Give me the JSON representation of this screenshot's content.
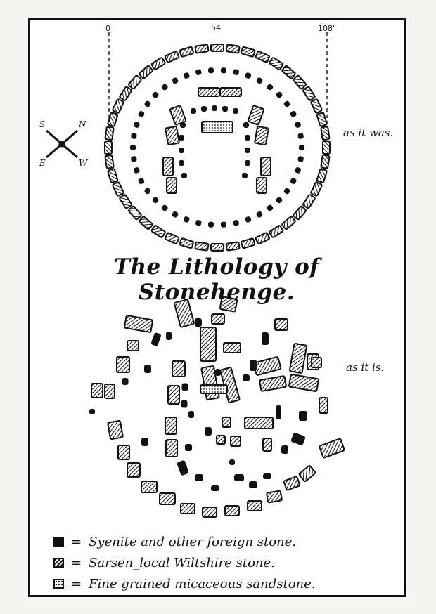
{
  "title": "The Lithology of Stonehenge.",
  "scale": {
    "start": "0",
    "mid": "54",
    "end": "108'"
  },
  "plans": {
    "original_label": "as it was.",
    "present_label": "as it is."
  },
  "compass": {
    "north": "N",
    "south": "S",
    "east": "E",
    "west": "W"
  },
  "legend": [
    {
      "symbol": "=",
      "text": "Syenite and other foreign stone.",
      "swatch": "solid-black"
    },
    {
      "symbol": "=",
      "text": "Sarsen_local Wiltshire stone.",
      "swatch": "hatched"
    },
    {
      "symbol": "=",
      "text": "Fine grained micaceous sandstone.",
      "swatch": "dotted"
    }
  ],
  "colors": {
    "ink": "#111111",
    "paper": "#ffffff",
    "background": "#f4f4f2"
  }
}
